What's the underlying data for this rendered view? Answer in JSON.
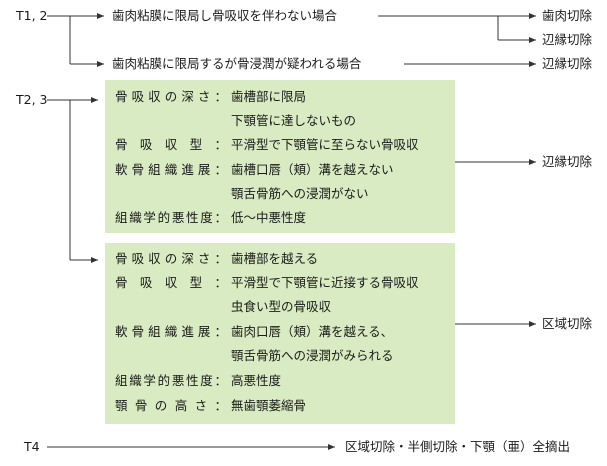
{
  "colors": {
    "box_fill": "#d9ebc2",
    "line": "#333333",
    "text": "#1a1a1a"
  },
  "stages": {
    "t12": "T1, 2",
    "t23": "T2, 3",
    "t4": "T4"
  },
  "conditions": {
    "c1": "歯肉粘膜に限局し骨吸収を伴わない場合",
    "c2": "歯肉粘膜に限局するが骨浸潤が疑われる場合"
  },
  "outcomes": {
    "o1": "歯肉切除",
    "o2": "辺縁切除",
    "o3": "辺縁切除",
    "o4": "辺縁切除",
    "o5": "区域切除",
    "o6": "区域切除・半側切除・下顎（亜）全摘出"
  },
  "box1": {
    "r1_label": "骨吸収の深さ：",
    "r1_value": "歯槽部に限局",
    "r1_cont": "下顎管に達しないもの",
    "r2_label": "骨吸収型：",
    "r2_value": "平滑型で下顎管に至らない骨吸収",
    "r3_label": "軟骨組織進展：",
    "r3_value": "歯槽口唇（頬）溝を越えない",
    "r3_cont": "顎舌骨筋への浸潤がない",
    "r4_label": "組織学的悪性度：",
    "r4_value": "低～中悪性度"
  },
  "box2": {
    "r1_label": "骨吸収の深さ：",
    "r1_value": "歯槽部を越える",
    "r2_label": "骨吸収型：",
    "r2_value": "平滑型で下顎管に近接する骨吸収",
    "r2_cont": "虫食い型の骨吸収",
    "r3_label": "軟骨組織進展：",
    "r3_value": "歯肉口唇（頬）溝を越える、",
    "r3_cont": "顎舌骨筋への浸潤がみられる",
    "r4_label": "組織学的悪性度：",
    "r4_value": "高悪性度",
    "r5_label": "顎骨の高さ：",
    "r5_value": "無歯顎萎縮骨"
  }
}
